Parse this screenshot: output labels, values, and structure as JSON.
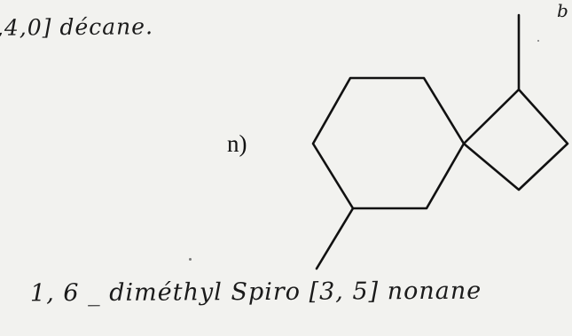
{
  "problem": {
    "label": "n)",
    "previous_answer_fragment": ",4,0] décane.",
    "corner_fragment": "b",
    "answer": "1, 6 _ diméthyl Spiro [3, 5] nonane"
  }
}
